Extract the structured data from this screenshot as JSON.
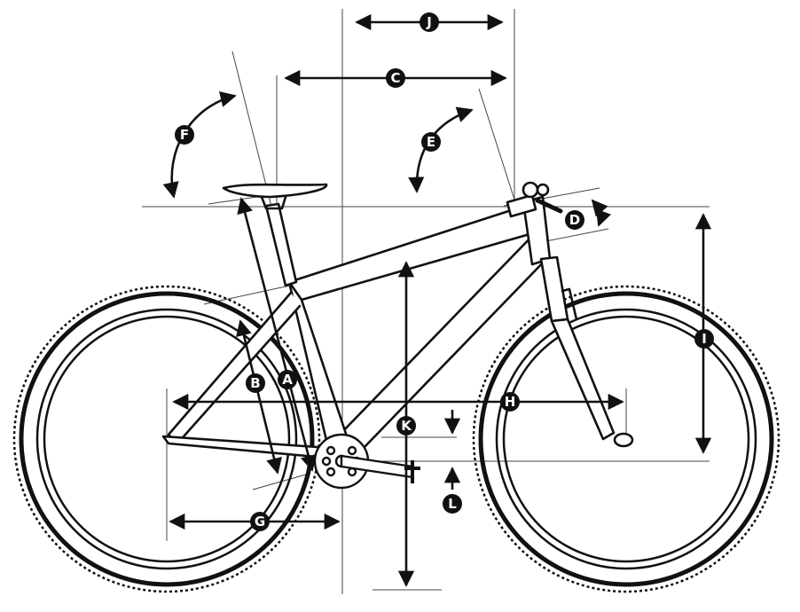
{
  "labels": {
    "A": "A",
    "B": "B",
    "C": "C",
    "D": "D",
    "E": "E",
    "F": "F",
    "G": "G",
    "H": "H",
    "I": "I",
    "J": "J",
    "K": "K",
    "L": "L"
  },
  "colors": {
    "ink": "#111111",
    "guide": "#444444",
    "background": "#ffffff"
  },
  "icons": {
    "subject": "bicycle-icon"
  }
}
